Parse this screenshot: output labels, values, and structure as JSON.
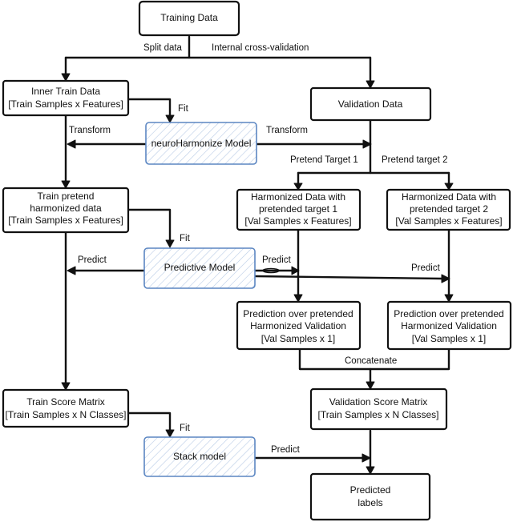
{
  "nodes": {
    "training_data": {
      "lines": [
        "Training Data"
      ]
    },
    "inner_train_data": {
      "lines": [
        "Inner Train Data",
        "[Train Samples x Features]"
      ]
    },
    "validation_data": {
      "lines": [
        "Validation Data"
      ]
    },
    "neuroharmonize_model": {
      "lines": [
        "neuroHarmonize Model"
      ]
    },
    "train_pretend_harmonized": {
      "lines": [
        "Train pretend",
        "harmonized data",
        "[Train Samples x Features]"
      ]
    },
    "harmonized_target1": {
      "lines": [
        "Harmonized Data with",
        "pretended target 1",
        "[Val Samples x Features]"
      ]
    },
    "harmonized_target2": {
      "lines": [
        "Harmonized Data with",
        "pretended target 2",
        "[Val Samples x Features]"
      ]
    },
    "predictive_model": {
      "lines": [
        "Predictive Model"
      ]
    },
    "prediction_pretended1": {
      "lines": [
        "Prediction over pretended",
        "Harmonized Validation",
        "[Val Samples x 1]"
      ]
    },
    "prediction_pretended2": {
      "lines": [
        "Prediction over pretended",
        "Harmonized Validation",
        "[Val Samples x 1]"
      ]
    },
    "train_score_matrix": {
      "lines": [
        "Train Score Matrix",
        "[Train Samples x N Classes]"
      ]
    },
    "validation_score_matrix": {
      "lines": [
        "Validation Score Matrix",
        "[Train Samples x N Classes]"
      ]
    },
    "stack_model": {
      "lines": [
        "Stack model"
      ]
    },
    "predicted_labels": {
      "lines": [
        "Predicted",
        "labels"
      ]
    }
  },
  "edge_labels": {
    "split_data": "Split data",
    "internal_cv": "Internal cross-validation",
    "fit_harmonize": "Fit",
    "transform_left": "Transform",
    "transform_right": "Transform",
    "pretend_target_1": "Pretend Target 1",
    "pretend_target_2": "Pretend target 2",
    "fit_predictive": "Fit",
    "predict_left": "Predict",
    "predict_mid": "Predict",
    "predict_right": "Predict",
    "concatenate": "Concatenate",
    "fit_stack": "Fit",
    "predict_stack": "Predict"
  },
  "colors": {
    "outline": "#111111",
    "model_outline": "#5b86c2",
    "model_hatch": "#9fb8dc"
  }
}
